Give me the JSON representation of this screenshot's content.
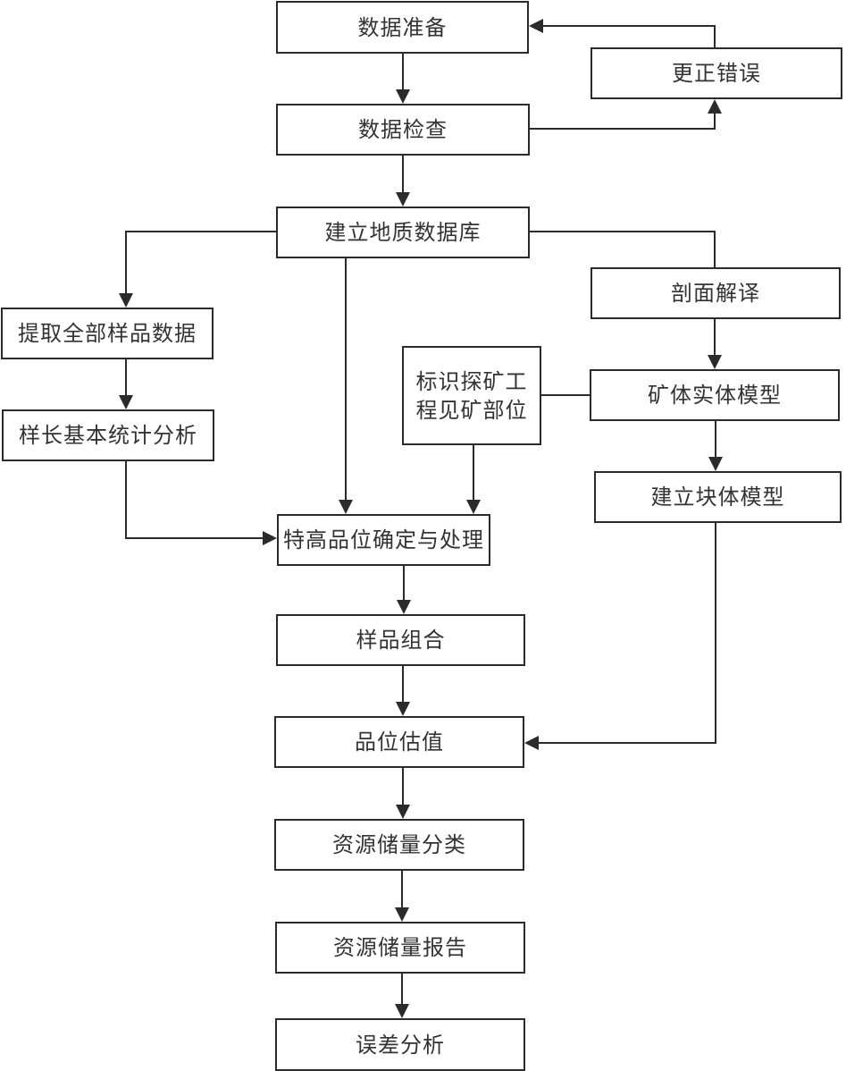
{
  "diagram": {
    "type": "flowchart",
    "line_color": "#2b2b2b",
    "nodes": [
      {
        "id": "data_prep",
        "label": "数据准备"
      },
      {
        "id": "fix_errors",
        "label": "更正错误"
      },
      {
        "id": "data_check",
        "label": "数据检查"
      },
      {
        "id": "build_db",
        "label": "建立地质数据库"
      },
      {
        "id": "section_interp",
        "label": "剖面解译"
      },
      {
        "id": "extract_samples",
        "label": "提取全部样品数据"
      },
      {
        "id": "mark_ore",
        "label": "标识探矿工程见矿部位"
      },
      {
        "id": "ore_solid",
        "label": "矿体实体模型"
      },
      {
        "id": "length_stats",
        "label": "样长基本统计分析"
      },
      {
        "id": "block_model",
        "label": "建立块体模型"
      },
      {
        "id": "high_grade",
        "label": "特高品位确定与处理"
      },
      {
        "id": "compositing",
        "label": "样品组合"
      },
      {
        "id": "grade_est",
        "label": "品位估值"
      },
      {
        "id": "classification",
        "label": "资源储量分类"
      },
      {
        "id": "report",
        "label": "资源储量报告"
      },
      {
        "id": "error_analysis",
        "label": "误差分析"
      }
    ],
    "edges": [
      {
        "from": "data_prep",
        "to": "data_check",
        "arrow": true
      },
      {
        "from": "data_check",
        "to": "fix_errors",
        "arrow": true
      },
      {
        "from": "fix_errors",
        "to": "data_prep",
        "arrow": true
      },
      {
        "from": "data_check",
        "to": "build_db",
        "arrow": true
      },
      {
        "from": "build_db",
        "to": "extract_samples",
        "arrow": true
      },
      {
        "from": "build_db",
        "to": "high_grade",
        "arrow": true
      },
      {
        "from": "build_db",
        "to": "section_interp",
        "arrow": false
      },
      {
        "from": "extract_samples",
        "to": "length_stats",
        "arrow": true
      },
      {
        "from": "length_stats",
        "to": "high_grade",
        "arrow": true
      },
      {
        "from": "section_interp",
        "to": "ore_solid",
        "arrow": true
      },
      {
        "from": "ore_solid",
        "to": "mark_ore",
        "arrow": false
      },
      {
        "from": "mark_ore",
        "to": "high_grade",
        "arrow": true
      },
      {
        "from": "ore_solid",
        "to": "block_model",
        "arrow": true
      },
      {
        "from": "block_model",
        "to": "grade_est",
        "arrow": true
      },
      {
        "from": "high_grade",
        "to": "compositing",
        "arrow": true
      },
      {
        "from": "compositing",
        "to": "grade_est",
        "arrow": true
      },
      {
        "from": "grade_est",
        "to": "classification",
        "arrow": true
      },
      {
        "from": "classification",
        "to": "report",
        "arrow": true
      },
      {
        "from": "report",
        "to": "error_analysis",
        "arrow": true
      }
    ]
  }
}
